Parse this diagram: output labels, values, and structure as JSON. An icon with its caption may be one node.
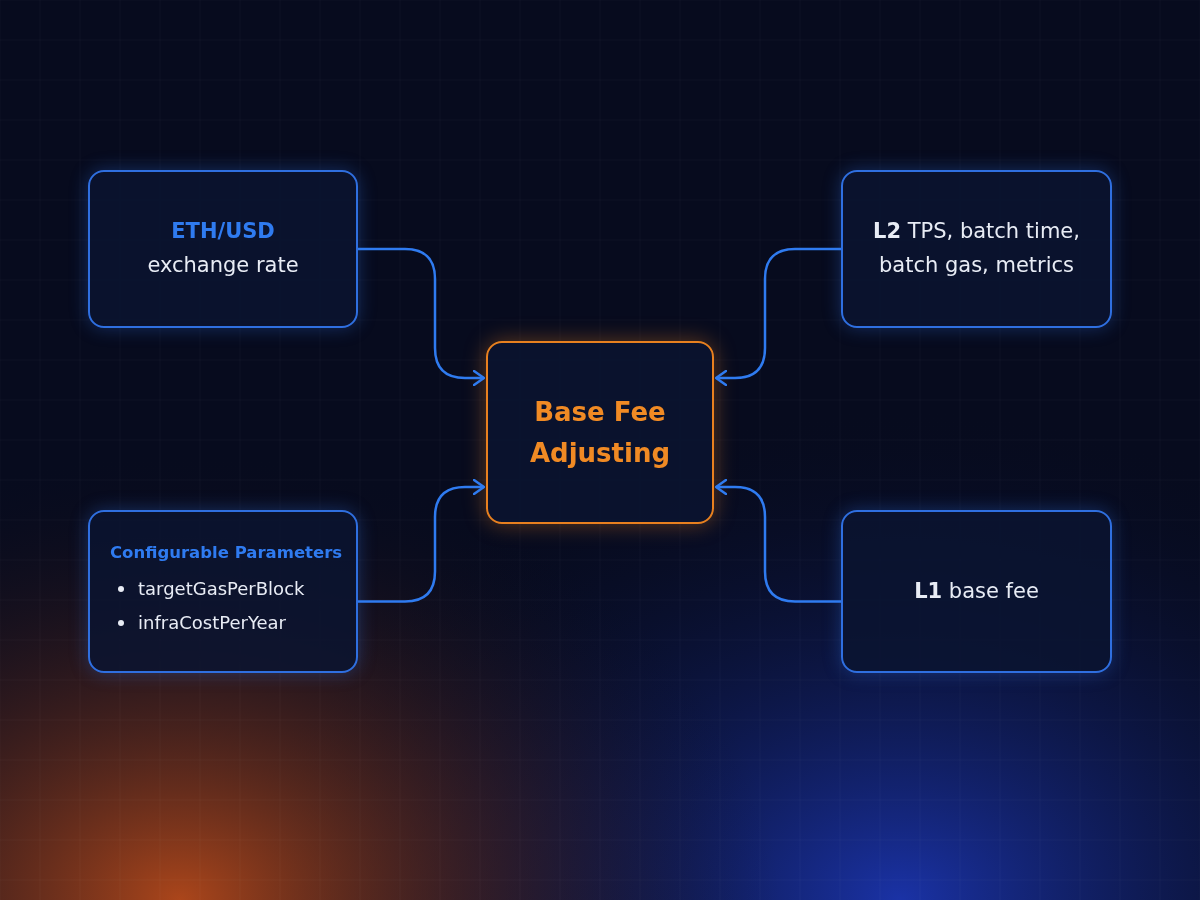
{
  "diagram": {
    "nodes": [
      {
        "text": [
          "ETH/USD",
          "exchange rate"
        ]
      },
      {
        "text": [
          "**L2** TPS, batch time, batch gas, metrics"
        ]
      },
      {
        "text": [
          "Base Fee Adjusting"
        ]
      },
      {
        "text": [
          "Configurable Parameters",
          "targetGasPerBlock",
          "infraCostPerYear"
        ]
      },
      {
        "text": [
          "**L1** base fee"
        ]
      }
    ],
    "edges": [
      {
        "from": 0,
        "to": 2,
        "arrow": "to"
      },
      {
        "from": 1,
        "to": 2,
        "arrow": "to"
      },
      {
        "from": 3,
        "to": 2,
        "arrow": "to"
      },
      {
        "from": 4,
        "to": 2,
        "arrow": "to"
      }
    ]
  }
}
